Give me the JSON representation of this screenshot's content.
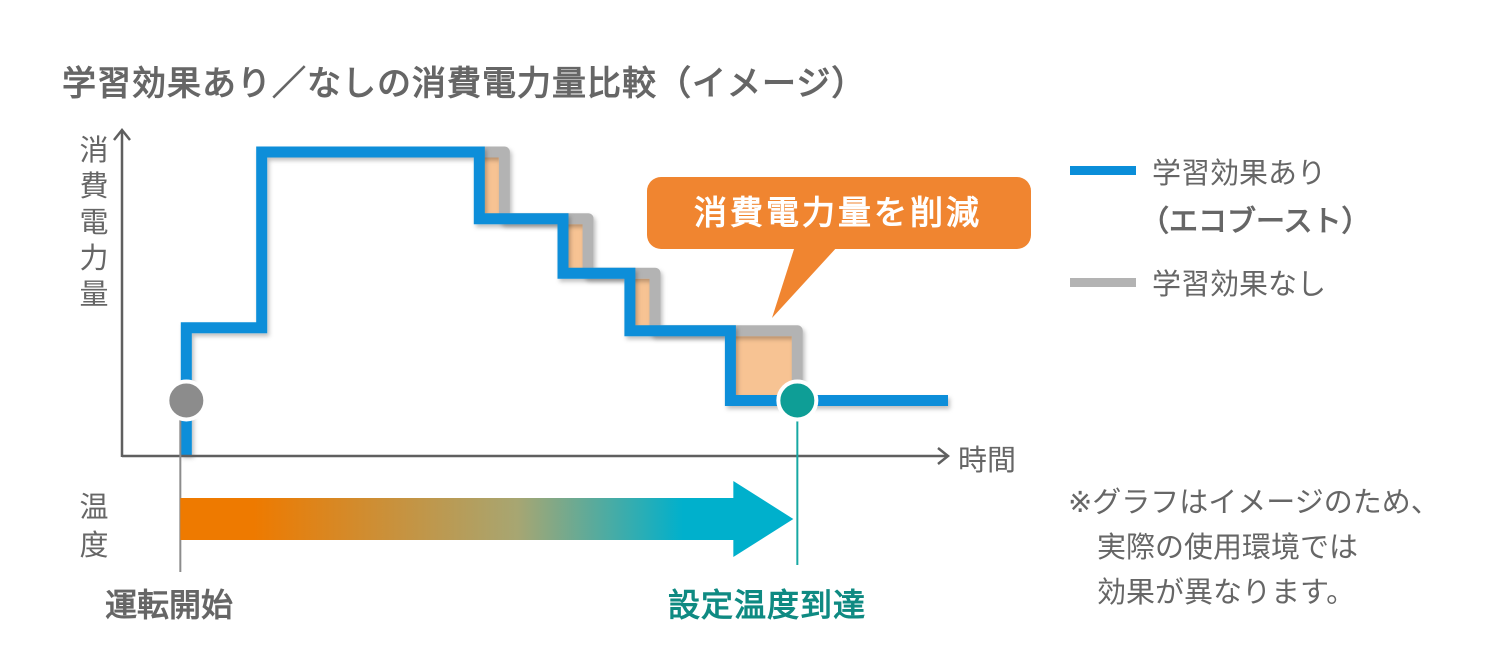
{
  "chart_data": {
    "type": "line",
    "subtype": "step",
    "title": "学習効果あり／なしの消費電力量比較（イメージ）",
    "ylabel": "消費電力量",
    "xlabel": "時間",
    "temperature_label": "温度",
    "xlim": [
      0,
      100
    ],
    "ylim": [
      0,
      100
    ],
    "grid": false,
    "legend_position": "right",
    "series": [
      {
        "name": "学習効果あり",
        "name_sub": "（エコブースト）",
        "color": "#0a8ed9",
        "steps": [
          {
            "x": 9,
            "y": 0
          },
          {
            "x": 9,
            "y": 42
          },
          {
            "x": 18,
            "y": 42
          },
          {
            "x": 18,
            "y": 100
          },
          {
            "x": 44,
            "y": 100
          },
          {
            "x": 44,
            "y": 78
          },
          {
            "x": 54,
            "y": 78
          },
          {
            "x": 54,
            "y": 60
          },
          {
            "x": 62,
            "y": 60
          },
          {
            "x": 62,
            "y": 41
          },
          {
            "x": 74,
            "y": 41
          },
          {
            "x": 74,
            "y": 18
          },
          {
            "x": 100,
            "y": 18
          }
        ]
      },
      {
        "name": "学習効果なし",
        "color": "#b3b3b3",
        "steps": [
          {
            "x": 44,
            "y": 100
          },
          {
            "x": 47,
            "y": 100
          },
          {
            "x": 47,
            "y": 78
          },
          {
            "x": 57,
            "y": 78
          },
          {
            "x": 57,
            "y": 60
          },
          {
            "x": 65,
            "y": 60
          },
          {
            "x": 65,
            "y": 41
          },
          {
            "x": 82,
            "y": 41
          },
          {
            "x": 82,
            "y": 18
          }
        ]
      }
    ],
    "savings_fill_color": "#f7c393",
    "annotation": "消費電力量を削減",
    "annotation_color": "#f08530",
    "markers": [
      {
        "label": "運転開始",
        "x": 9,
        "y": 18,
        "color": "#8c8c8c"
      },
      {
        "label": "設定温度到達",
        "x": 82,
        "y": 18,
        "color": "#0e9e96"
      }
    ],
    "temperature_arrow": {
      "from_x": 9,
      "to_x": 82,
      "start_color": "#ee7a00",
      "end_color": "#00b0cc"
    }
  },
  "note": {
    "lines": [
      "※グラフはイメージのため、",
      "　実際の使用環境では",
      "　効果が異なります。"
    ]
  }
}
